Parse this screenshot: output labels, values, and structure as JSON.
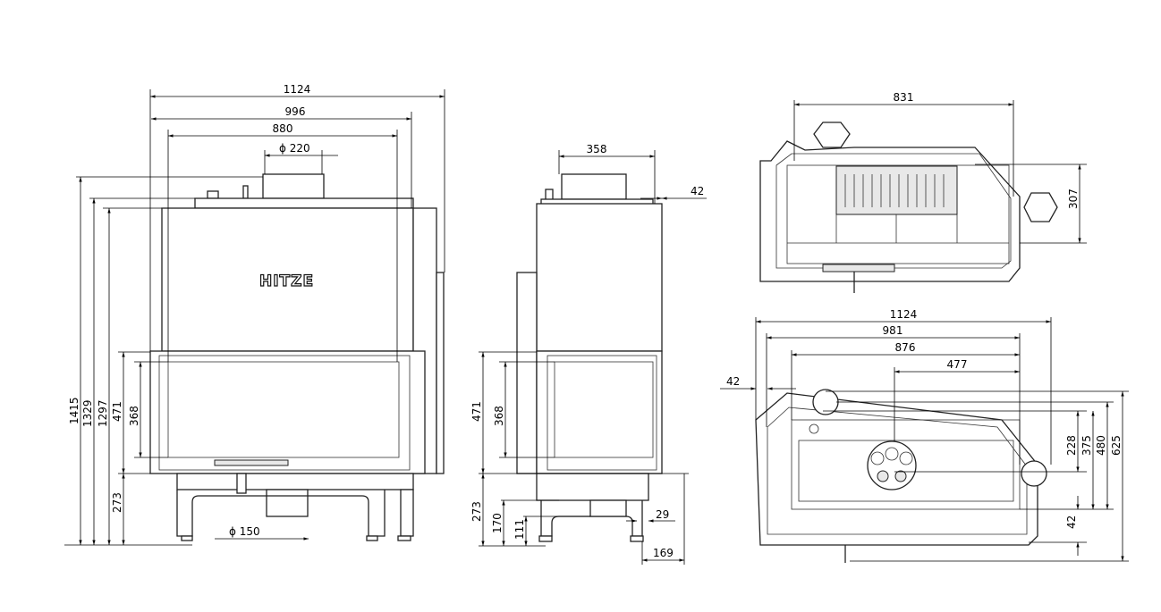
{
  "front_view": {
    "logo": "HITZE",
    "width_overall": "1124",
    "width_body": "996",
    "width_inner": "880",
    "flue_top": "ϕ 220",
    "height_overall": "1415",
    "height_top_plate": "1329",
    "height_body": "1297",
    "door_frame_height": "471",
    "glass_height": "368",
    "base_height": "273",
    "flue_bottom": "ϕ 150"
  },
  "side_view": {
    "flue_width": "358",
    "offset_top": "42",
    "door_frame_height": "471",
    "glass_height": "368",
    "base_height": "273",
    "air_inlet_height": "170",
    "air_inlet_bottom": "111",
    "leg_offset": "29",
    "depth_offset": "169"
  },
  "top_view": {
    "depth": "831",
    "side_depth": "307"
  },
  "plan_view": {
    "width_overall": "1124",
    "width_body": "981",
    "width_inner": "876",
    "flue_offset": "477",
    "side_offset": "42",
    "depth_228": "228",
    "depth_375": "375",
    "depth_480": "480",
    "depth_625": "625",
    "front_offset": "42"
  }
}
